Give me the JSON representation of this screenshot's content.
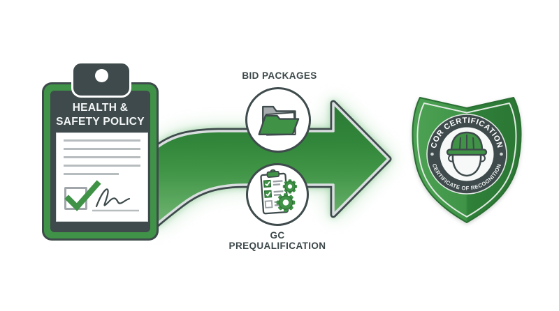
{
  "clipboard": {
    "title_line1": "HEALTH &",
    "title_line2": "SAFETY POLICY",
    "icons": [
      "clip-icon",
      "checkmark-icon",
      "signature"
    ]
  },
  "steps": {
    "bid_packages": {
      "label": "BID PACKAGES",
      "icon": "folder-icon"
    },
    "gc_prequalification": {
      "label_line1": "GC",
      "label_line2": "PREQUALIFICATION",
      "icon": "checklist-gears-icon"
    }
  },
  "arrow": {
    "icon": "swoosh-arrow-icon",
    "direction": "right"
  },
  "badge": {
    "arc_top": "COR CERTIFICATION",
    "arc_bottom": "CERTIFICATE OF RECOGNITION",
    "icon": "hard-hat-worker-icon"
  },
  "colors": {
    "green": "#3f9246",
    "green_dark": "#2c7a36",
    "green_light": "#72b474",
    "slate": "#3e4a4b",
    "label_text": "#3d484a",
    "line_gray": "#b7bcbf",
    "background": "#ffffff"
  }
}
